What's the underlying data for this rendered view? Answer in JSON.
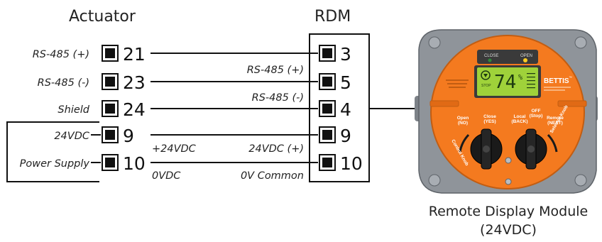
{
  "headers": {
    "actuator": "Actuator",
    "rdm": "RDM"
  },
  "actuator_terminals": [
    "21",
    "23",
    "24",
    "9",
    "10"
  ],
  "rdm_terminals": [
    "3",
    "5",
    "4",
    "9",
    "10"
  ],
  "left_labels": [
    "RS-485 (+)",
    "RS-485 (-)",
    "Shield",
    "24VDC",
    "Power Supply"
  ],
  "wire_labels": [
    "RS-485 (+)",
    "RS-485 (-)",
    "+24VDC",
    "24VDC (+)",
    "0VDC",
    "0V Common"
  ],
  "device": {
    "close_label": "CLOSE",
    "open_label": "OPEN",
    "brand": "BETTIS",
    "brand_tm": "™",
    "lcd_value": "74",
    "lcd_unit": "%",
    "lcd_stop": "STOP",
    "buttons": [
      {
        "label": "Open",
        "sub": "(NO)"
      },
      {
        "label": "Close",
        "sub": "(YES)"
      },
      {
        "label": "Local",
        "sub": "(BACK)"
      },
      {
        "label": "OFF",
        "sub": "(Stop)"
      },
      {
        "label": "Remote",
        "sub": "(NEXT)"
      }
    ],
    "knob_left": "Control Knob",
    "knob_right": "Selector Knob",
    "colors": {
      "body": "#f47a1f",
      "enclosure": "#8f949a",
      "lcd": "#9fd23a"
    }
  },
  "caption": {
    "line1": "Remote Display Module",
    "line2": "(24VDC)"
  }
}
